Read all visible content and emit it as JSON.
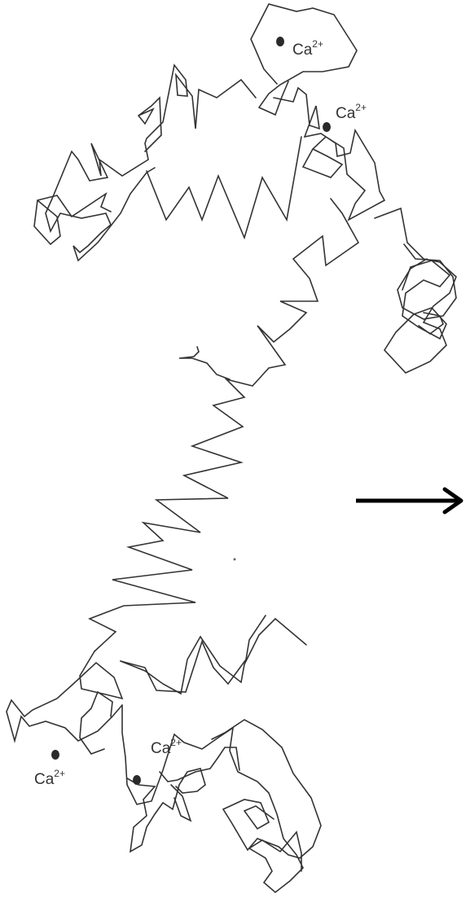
{
  "figure": {
    "stroke_color": "#333333",
    "ion_color": "#2a2a2a",
    "text_color": "#333333",
    "arrow_color": "#000000"
  },
  "calcium_sites": [
    {
      "label": "Ca",
      "charge": "2+"
    },
    {
      "label": "Ca",
      "charge": "2+"
    },
    {
      "label": "Ca",
      "charge": "2+"
    },
    {
      "label": "Ca",
      "charge": "2+"
    }
  ]
}
